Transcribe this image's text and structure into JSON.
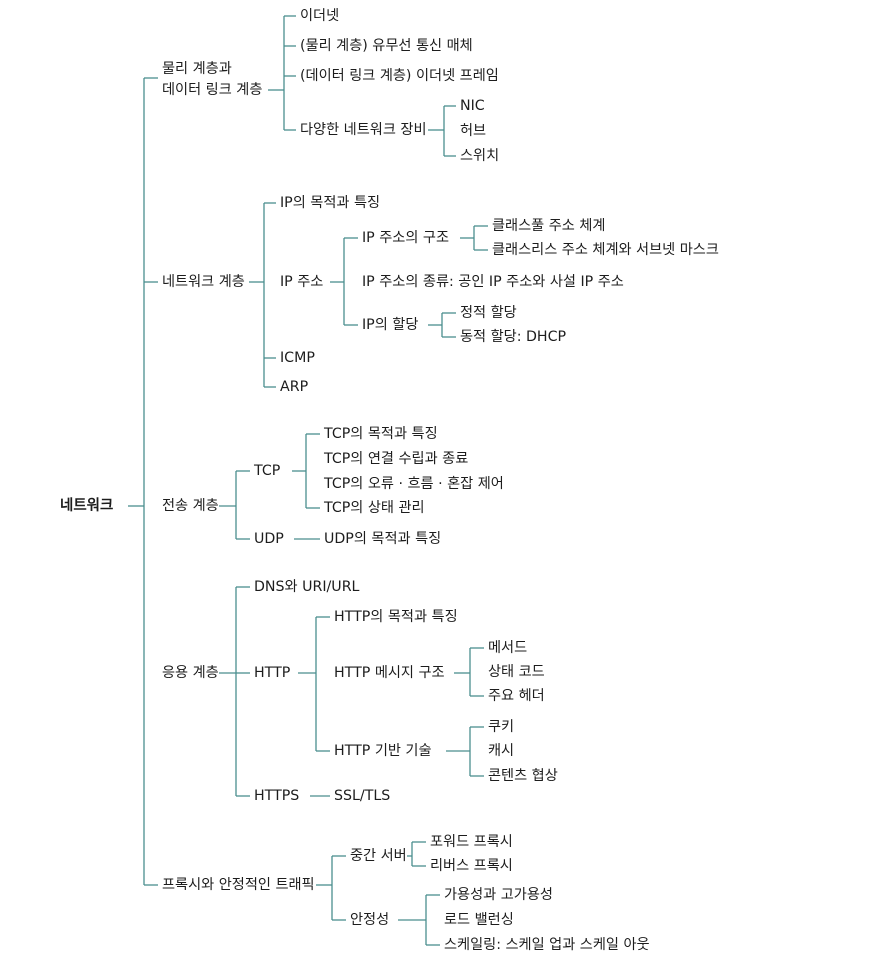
{
  "root": "네트워크",
  "physical": {
    "label_l1": "물리 계층과",
    "label_l2": "데이터 링크 계층",
    "ethernet": "이더넷",
    "wired": "(물리 계층) 유무선 통신 매체",
    "frame": "(데이터 링크 계층) 이더넷 프레임",
    "devices": "다양한 네트워크 장비",
    "nic": "NIC",
    "hub": "허브",
    "switch": "스위치"
  },
  "network": {
    "label": "네트워크 계층",
    "ip_purpose": "IP의 목적과 특징",
    "ip_address": "IP 주소",
    "ip_structure": "IP 주소의 구조",
    "classful": "클래스풀 주소 체계",
    "classless": "클래스리스 주소 체계와 서브넷 마스크",
    "ip_types": "IP 주소의 종류: 공인 IP 주소와 사설 IP 주소",
    "ip_assign": "IP의 할당",
    "static": "정적 할당",
    "dynamic": "동적 할당: DHCP",
    "icmp": "ICMP",
    "arp": "ARP"
  },
  "transport": {
    "label": "전송 계층",
    "tcp": "TCP",
    "tcp_purpose": "TCP의 목적과 특징",
    "tcp_conn": "TCP의 연결 수립과 종료",
    "tcp_control": "TCP의 오류 · 흐름 · 혼잡 제어",
    "tcp_state": "TCP의 상태 관리",
    "udp": "UDP",
    "udp_purpose": "UDP의 목적과 특징"
  },
  "application": {
    "label": "응용 계층",
    "dns": "DNS와 URI/URL",
    "http": "HTTP",
    "http_purpose": "HTTP의 목적과 특징",
    "http_msg": "HTTP 메시지 구조",
    "method": "메서드",
    "status": "상태 코드",
    "headers": "주요 헤더",
    "http_tech": "HTTP 기반 기술",
    "cookie": "쿠키",
    "cache": "캐시",
    "negotiation": "콘텐츠 협상",
    "https": "HTTPS",
    "ssl": "SSL/TLS"
  },
  "proxy": {
    "label": "프록시와 안정적인 트래픽",
    "middle": "중간 서버",
    "forward": "포워드 프록시",
    "reverse": "리버스 프록시",
    "stability": "안정성",
    "availability": "가용성과 고가용성",
    "lb": "로드 밸런싱",
    "scaling": "스케일링: 스케일 업과 스케일 아웃"
  },
  "colors": {
    "line": "#4a8e8e",
    "text": "#1d1d1d"
  }
}
